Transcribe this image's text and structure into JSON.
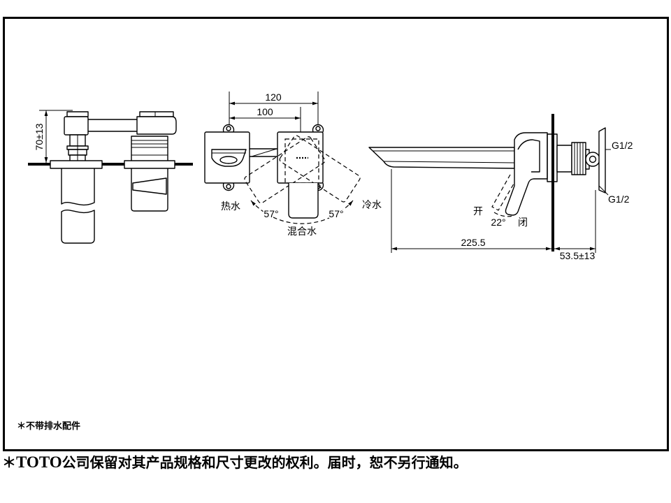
{
  "front_view": {
    "height_dim": "70±13"
  },
  "top_view": {
    "dim_outer": "120",
    "dim_inner": "100",
    "hot_label": "热水",
    "cold_label": "冷水",
    "mixed_label": "混合水",
    "angle_hot": "57°",
    "angle_cold": "57°"
  },
  "side_view": {
    "thread_upper": "G1/2",
    "thread_lower": "G1/2",
    "open_label": "开",
    "lever_angle": "22°",
    "close_label": "闭",
    "spout_projection": "225.5",
    "wall_depth": "53.5±13"
  },
  "note": "＊不带排水配件",
  "footer": {
    "asterisk": "＊",
    "brand": "TOTO",
    "text": "公司保留对其产品规格和尺寸更改的权利。届时，恕不另行通知。"
  }
}
